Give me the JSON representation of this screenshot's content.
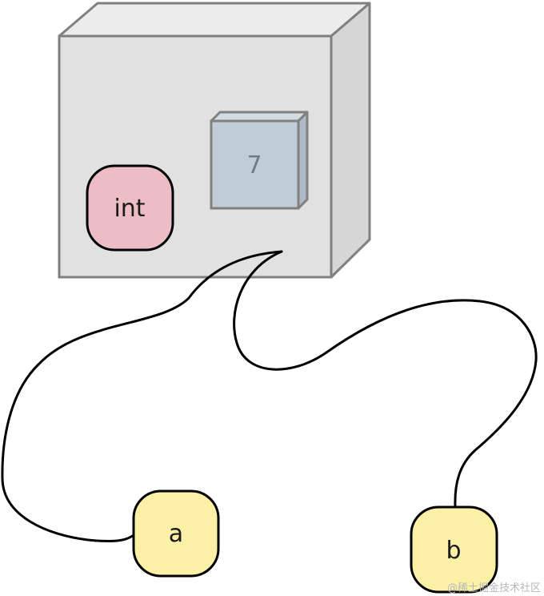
{
  "object": {
    "type_label": "int",
    "value_label": "7"
  },
  "variables": [
    {
      "name": "a"
    },
    {
      "name": "b"
    }
  ],
  "watermark": "@稀土掘金技术社区",
  "colors": {
    "box_front": "#e1e1e1",
    "box_side": "#d6d6d6",
    "box_top": "#ececec",
    "box_stroke": "#808080",
    "type_badge": "#ecbdc4",
    "value_box": "#c0ccd6",
    "variable_badge": "#fbf0a6",
    "wire": "#000000"
  }
}
